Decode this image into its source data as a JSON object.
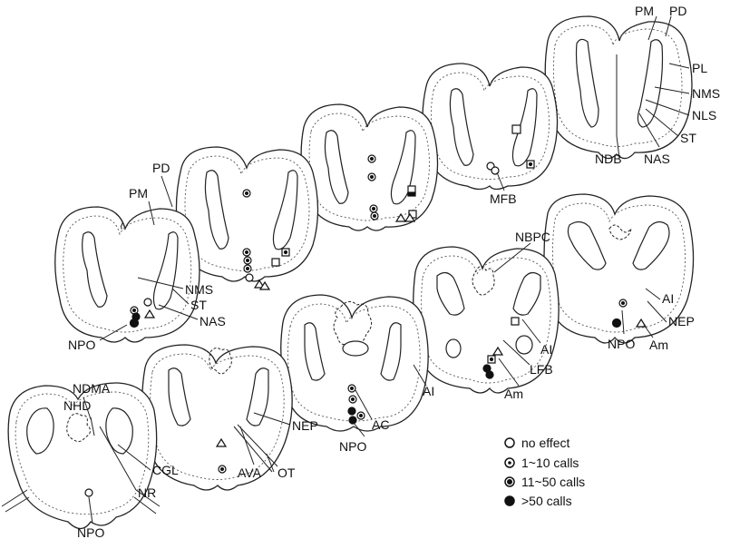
{
  "figure": {
    "legend": {
      "no_effect": "no effect",
      "calls_1_10": "1~10 calls",
      "calls_11_50": "11~50 calls",
      "calls_over_50": ">50 calls"
    },
    "labels": {
      "pm_1": "PM",
      "pd_1": "PD",
      "pl": "PL",
      "nms_1": "NMS",
      "nls": "NLS",
      "st_1": "ST",
      "nas_1": "NAS",
      "ndb": "NDB",
      "mfb": "MFB",
      "pd_2": "PD",
      "pm_2": "PM",
      "nms_2": "NMS",
      "st_2": "ST",
      "nas_2": "NAS",
      "npo_1": "NPO",
      "nbpc": "NBPC",
      "ai_1": "AI",
      "nep_1": "NEP",
      "am_1": "Am",
      "npo_2": "NPO",
      "ai_2": "AI",
      "lfb": "LFB",
      "am_2": "Am",
      "ai_3": "AI",
      "ac": "AC",
      "npo_3": "NPO",
      "ndma": "NDMA",
      "nhd": "NHD",
      "nep_2": "NEP",
      "ava": "AVA",
      "ot": "OT",
      "cgl": "CGL",
      "nr": "NR",
      "npo_4": "NPO"
    },
    "marker_types": [
      "no-effect",
      "1-10-calls",
      "11-50-calls",
      "over-50-calls"
    ]
  }
}
